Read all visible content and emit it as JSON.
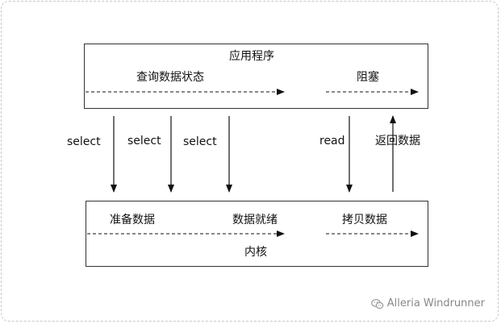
{
  "app_box": {
    "title": "应用程序",
    "step_query": "查询数据状态",
    "step_block": "阻塞"
  },
  "kernel_box": {
    "title": "内核",
    "step_prepare": "准备数据",
    "step_ready": "数据就绪",
    "step_copy": "拷贝数据"
  },
  "calls": {
    "select_1": "select",
    "select_2": "select",
    "select_3": "select",
    "read": "read",
    "return_data": "返回数据"
  },
  "watermark": {
    "text": "Alleria Windrunner",
    "icon": "wechat-icon"
  }
}
